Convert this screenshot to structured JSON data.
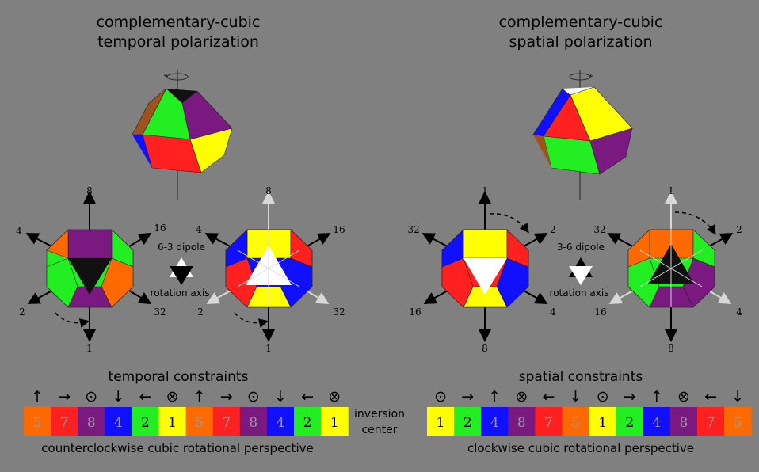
{
  "left": {
    "title_line1": "complementary-cubic",
    "title_line2": "temporal polarization",
    "dipole_label": "6-3 dipole",
    "axis_label": "rotation axis",
    "constraints_label": "temporal constraints",
    "perspective_label": "counterclockwise cubic rotational perspective",
    "solid_a_labels": {
      "top": "8",
      "upper_left": "4",
      "upper_right": "16",
      "lower_left": "2",
      "lower_right": "32",
      "bottom": "1"
    },
    "solid_b_labels": {
      "top": "8",
      "upper_left": "4",
      "upper_right": "16",
      "lower_left": "2",
      "lower_right": "32",
      "bottom": "1"
    },
    "strip": [
      {
        "symbol": "↑",
        "value": "5",
        "color": "#ff6a00"
      },
      {
        "symbol": "→",
        "value": "7",
        "color": "#ff2020"
      },
      {
        "symbol": "⊙",
        "value": "8",
        "color": "#7a1a80"
      },
      {
        "symbol": "↓",
        "value": "4",
        "color": "#1010ff"
      },
      {
        "symbol": "←",
        "value": "2",
        "color": "#22ee22"
      },
      {
        "symbol": "⊗",
        "value": "1",
        "color": "#ffff00"
      },
      {
        "symbol": "↑",
        "value": "5",
        "color": "#ff6a00"
      },
      {
        "symbol": "→",
        "value": "7",
        "color": "#ff2020"
      },
      {
        "symbol": "⊙",
        "value": "8",
        "color": "#7a1a80"
      },
      {
        "symbol": "↓",
        "value": "4",
        "color": "#1010ff"
      },
      {
        "symbol": "←",
        "value": "2",
        "color": "#22ee22"
      },
      {
        "symbol": "⊗",
        "value": "1",
        "color": "#ffff00"
      }
    ]
  },
  "right": {
    "title_line1": "complementary-cubic",
    "title_line2": "spatial polarization",
    "dipole_label": "3-6 dipole",
    "axis_label": "rotation axis",
    "constraints_label": "spatial constraints",
    "perspective_label": "clockwise cubic rotational perspective",
    "solid_a_labels": {
      "top": "1",
      "upper_left": "32",
      "upper_right": "2",
      "lower_left": "16",
      "lower_right": "4",
      "bottom": "8"
    },
    "solid_b_labels": {
      "top": "1",
      "upper_left": "32",
      "upper_right": "2",
      "lower_left": "16",
      "lower_right": "4",
      "bottom": "8"
    },
    "strip": [
      {
        "symbol": "⊙",
        "value": "1",
        "color": "#ffff00"
      },
      {
        "symbol": "→",
        "value": "2",
        "color": "#22ee22"
      },
      {
        "symbol": "↑",
        "value": "4",
        "color": "#1010ff"
      },
      {
        "symbol": "⊗",
        "value": "8",
        "color": "#7a1a80"
      },
      {
        "symbol": "←",
        "value": "7",
        "color": "#ff2020"
      },
      {
        "symbol": "↓",
        "value": "5",
        "color": "#ff6a00"
      },
      {
        "symbol": "⊙",
        "value": "1",
        "color": "#ffff00"
      },
      {
        "symbol": "→",
        "value": "2",
        "color": "#22ee22"
      },
      {
        "symbol": "↑",
        "value": "4",
        "color": "#1010ff"
      },
      {
        "symbol": "⊗",
        "value": "8",
        "color": "#7a1a80"
      },
      {
        "symbol": "←",
        "value": "7",
        "color": "#ff2020"
      },
      {
        "symbol": "↓",
        "value": "5",
        "color": "#ff6a00"
      }
    ]
  },
  "center": {
    "line1": "inversion",
    "line2": "center"
  },
  "colors": {
    "background": "#808080",
    "purple": "#7a1a80",
    "green": "#22ee22",
    "orange": "#ff6a00",
    "red": "#ff2020",
    "blue": "#1010ff",
    "yellow": "#ffff00",
    "brown": "#a0521c"
  }
}
